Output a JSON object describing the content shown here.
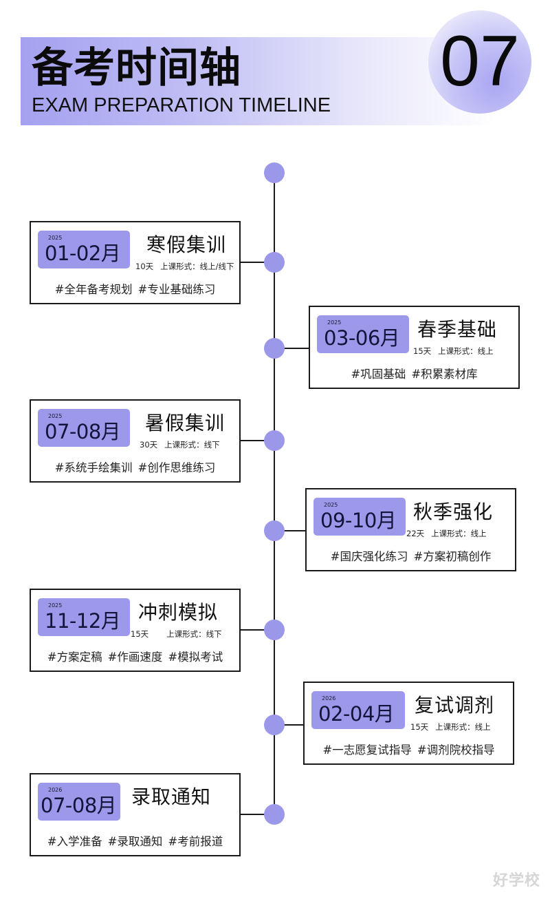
{
  "header": {
    "title": "备考时间轴",
    "subtitle": "EXAM PREPARATION TIMELINE",
    "number": "07",
    "accent_color": "#9c99eb"
  },
  "stages": [
    {
      "year": "2025",
      "range": "01-02月",
      "name": "寒假集训",
      "days": "10天",
      "format": "上课形式：线上/线下",
      "tags": [
        "#全年备考规划",
        "#专业基础练习"
      ]
    },
    {
      "year": "2025",
      "range": "03-06月",
      "name": "春季基础",
      "days": "15天",
      "format": "上课形式：线上",
      "tags": [
        "#巩固基础",
        "#积累素材库"
      ]
    },
    {
      "year": "2025",
      "range": "07-08月",
      "name": "暑假集训",
      "days": "30天",
      "format": "上课形式：线下",
      "tags": [
        "#系统手绘集训",
        "#创作思维练习"
      ]
    },
    {
      "year": "2025",
      "range": "09-10月",
      "name": "秋季强化",
      "days": "22天",
      "format": "上课形式：线上",
      "tags": [
        "#国庆强化练习",
        "#方案初稿创作"
      ]
    },
    {
      "year": "2025",
      "range": "11-12月",
      "name": "冲刺模拟",
      "days": "15天",
      "format": "上课形式：线下",
      "tags": [
        "#方案定稿",
        "#作画速度",
        "#模拟考试"
      ]
    },
    {
      "year": "2026",
      "range": "02-04月",
      "name": "复试调剂",
      "days": "15天",
      "format": "上课形式：线上",
      "tags": [
        "#一志愿复试指导",
        "#调剂院校指导"
      ]
    },
    {
      "year": "2026",
      "range": "07-08月",
      "name": "录取通知",
      "days": "",
      "format": "",
      "tags": [
        "#入学准备",
        "#录取通知",
        "#考前报道"
      ]
    }
  ],
  "watermark": "好学校"
}
